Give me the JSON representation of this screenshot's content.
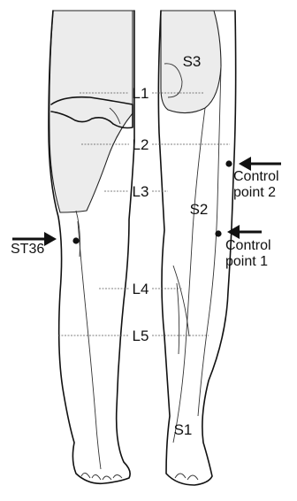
{
  "dermatome_labels": {
    "l1": "L1",
    "l2": "L2",
    "l3": "L3",
    "l4": "L4",
    "l5": "L5",
    "s1": "S1",
    "s2": "S2",
    "s3": "S3"
  },
  "callouts": {
    "st36": "ST36",
    "control_point_2_line1": "Control",
    "control_point_2_line2": "point 2",
    "control_point_1_line1": "Control",
    "control_point_1_line2": "point 1"
  }
}
